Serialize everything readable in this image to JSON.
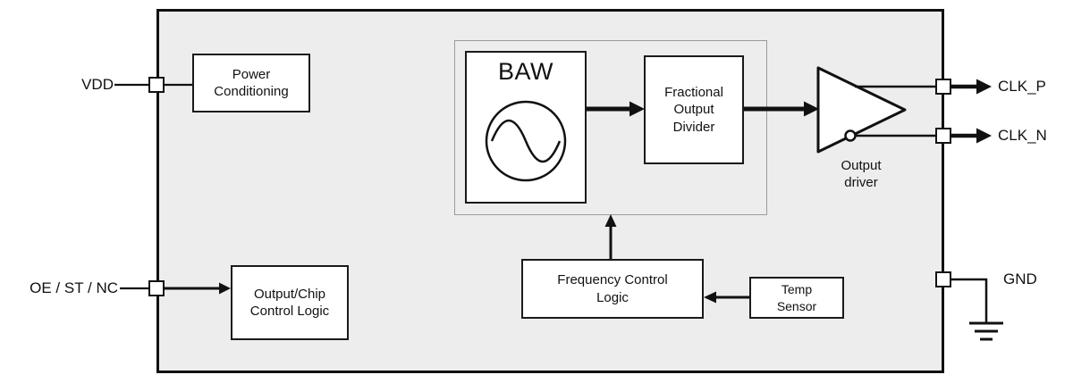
{
  "diagram": {
    "type": "block-diagram",
    "colors": {
      "chip_fill": "#ededed",
      "block_fill": "#ffffff",
      "stroke": "#111111",
      "inner_region_border": "#9b9b9b"
    },
    "pins": {
      "vdd": "VDD",
      "oe_st_nc": "OE / ST / NC",
      "clk_p": "CLK_P",
      "clk_n": "CLK_N",
      "gnd": "GND"
    },
    "blocks": {
      "power_conditioning": "Power\nConditioning",
      "baw": "BAW",
      "fractional_output_divider": "Fractional\nOutput\nDivider",
      "output_driver": "Output\ndriver",
      "output_chip_control_logic": "Output/Chip\nControl Logic",
      "frequency_control_logic": "Frequency Control\nLogic",
      "temp_sensor": "Temp\nSensor"
    }
  }
}
